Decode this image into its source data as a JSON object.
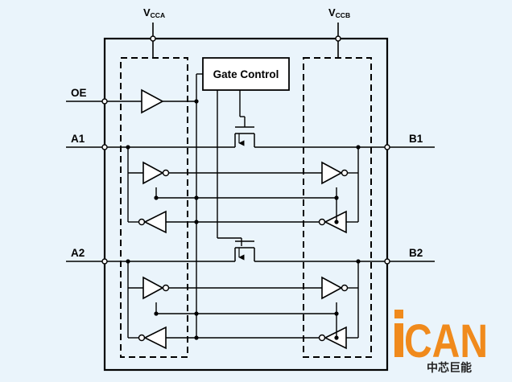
{
  "supplies": {
    "vcca": {
      "main": "V",
      "sub": "CCA"
    },
    "vccb": {
      "main": "V",
      "sub": "CCB"
    }
  },
  "gate_control": "Gate Control",
  "pins": {
    "oe": "OE",
    "a1": "A1",
    "a2": "A2",
    "b1": "B1",
    "b2": "B2"
  },
  "logo": {
    "brand": "ICAN",
    "chinese": "中芯巨能",
    "brand_color": "#f08a1c",
    "chinese_color": "#222222"
  },
  "colors": {
    "background": "#eaf4fb",
    "ink": "#000000"
  }
}
